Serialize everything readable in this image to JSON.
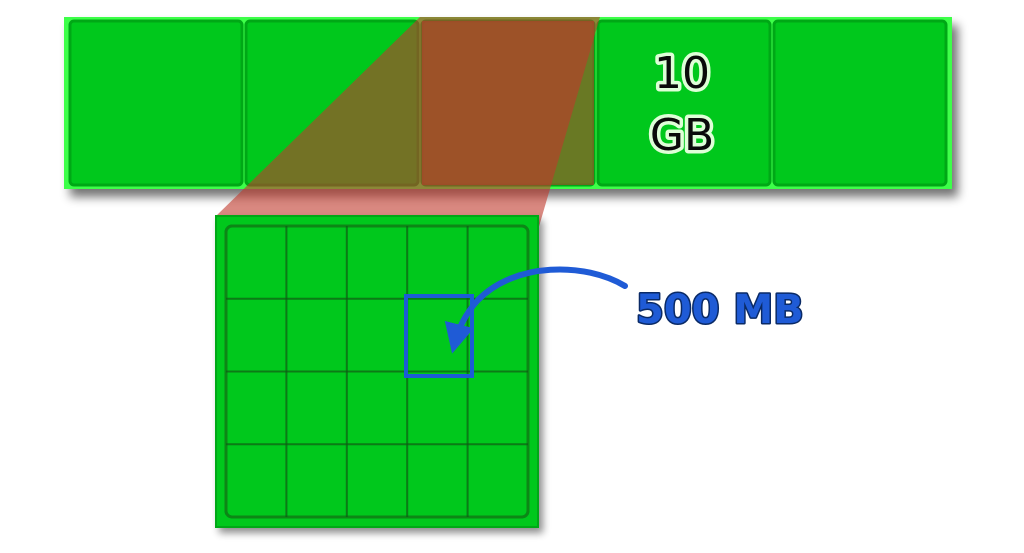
{
  "diagram": {
    "volume_cell_label_line1": "10",
    "volume_cell_label_line2": "GB",
    "chunk_label": "500 MB",
    "volume_cell_count": 5,
    "highlighted_cell_number": 3,
    "labeled_cell_number": 4,
    "chunk_grid_rows": 4,
    "chunk_grid_cols": 5
  },
  "colors": {
    "cell_fill": "#00c81e",
    "cell_border": "#00a818",
    "cell_glow": "#3dff4a",
    "grid_line": "#0b5a12",
    "projection": "#c0392b",
    "highlight_blue": "#1f5bd6",
    "callout_text": "#1f5bd6"
  }
}
